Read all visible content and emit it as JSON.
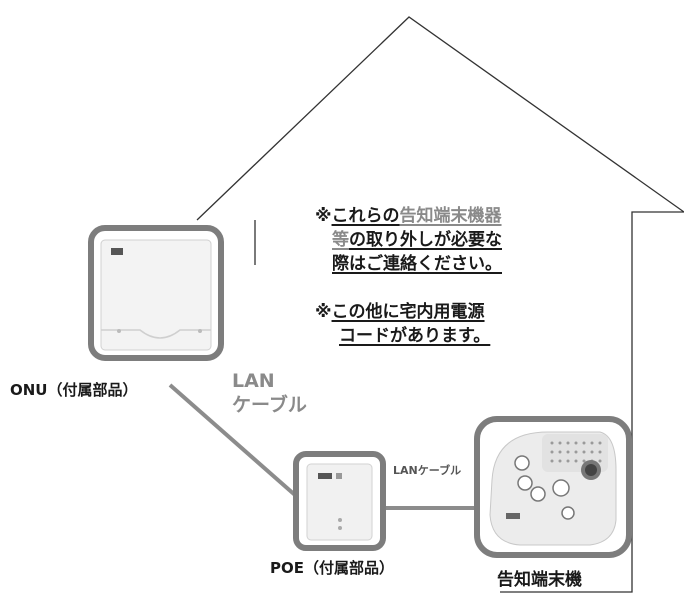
{
  "colors": {
    "frame": "#7d7d7d",
    "cable": "#8c8c8c",
    "house_line": "#333333",
    "text": "#1a1a1a",
    "highlight_gray": "#8a8a8a"
  },
  "note1": {
    "mark": "※",
    "line1_a": "これらの",
    "line1_b": "告知端末機器",
    "line2_a": "等",
    "line2_b": "の取り外しが必要な",
    "line3": "際はご連絡ください。"
  },
  "note2": {
    "mark": "※",
    "line1": "この他に宅内用電源",
    "line2": "コードがあります。"
  },
  "devices": {
    "onu_label": "ONU（付属部品）",
    "poe_label": "POE（付属部品）",
    "terminal_label": "告知端末機"
  },
  "cables": {
    "lan_big_line1": "LAN",
    "lan_big_line2": "ケーブル",
    "lan_small": "LANケーブル"
  },
  "icons": {
    "onu": "onu-device-icon",
    "poe": "poe-adapter-icon",
    "terminal": "announcement-terminal-icon"
  }
}
